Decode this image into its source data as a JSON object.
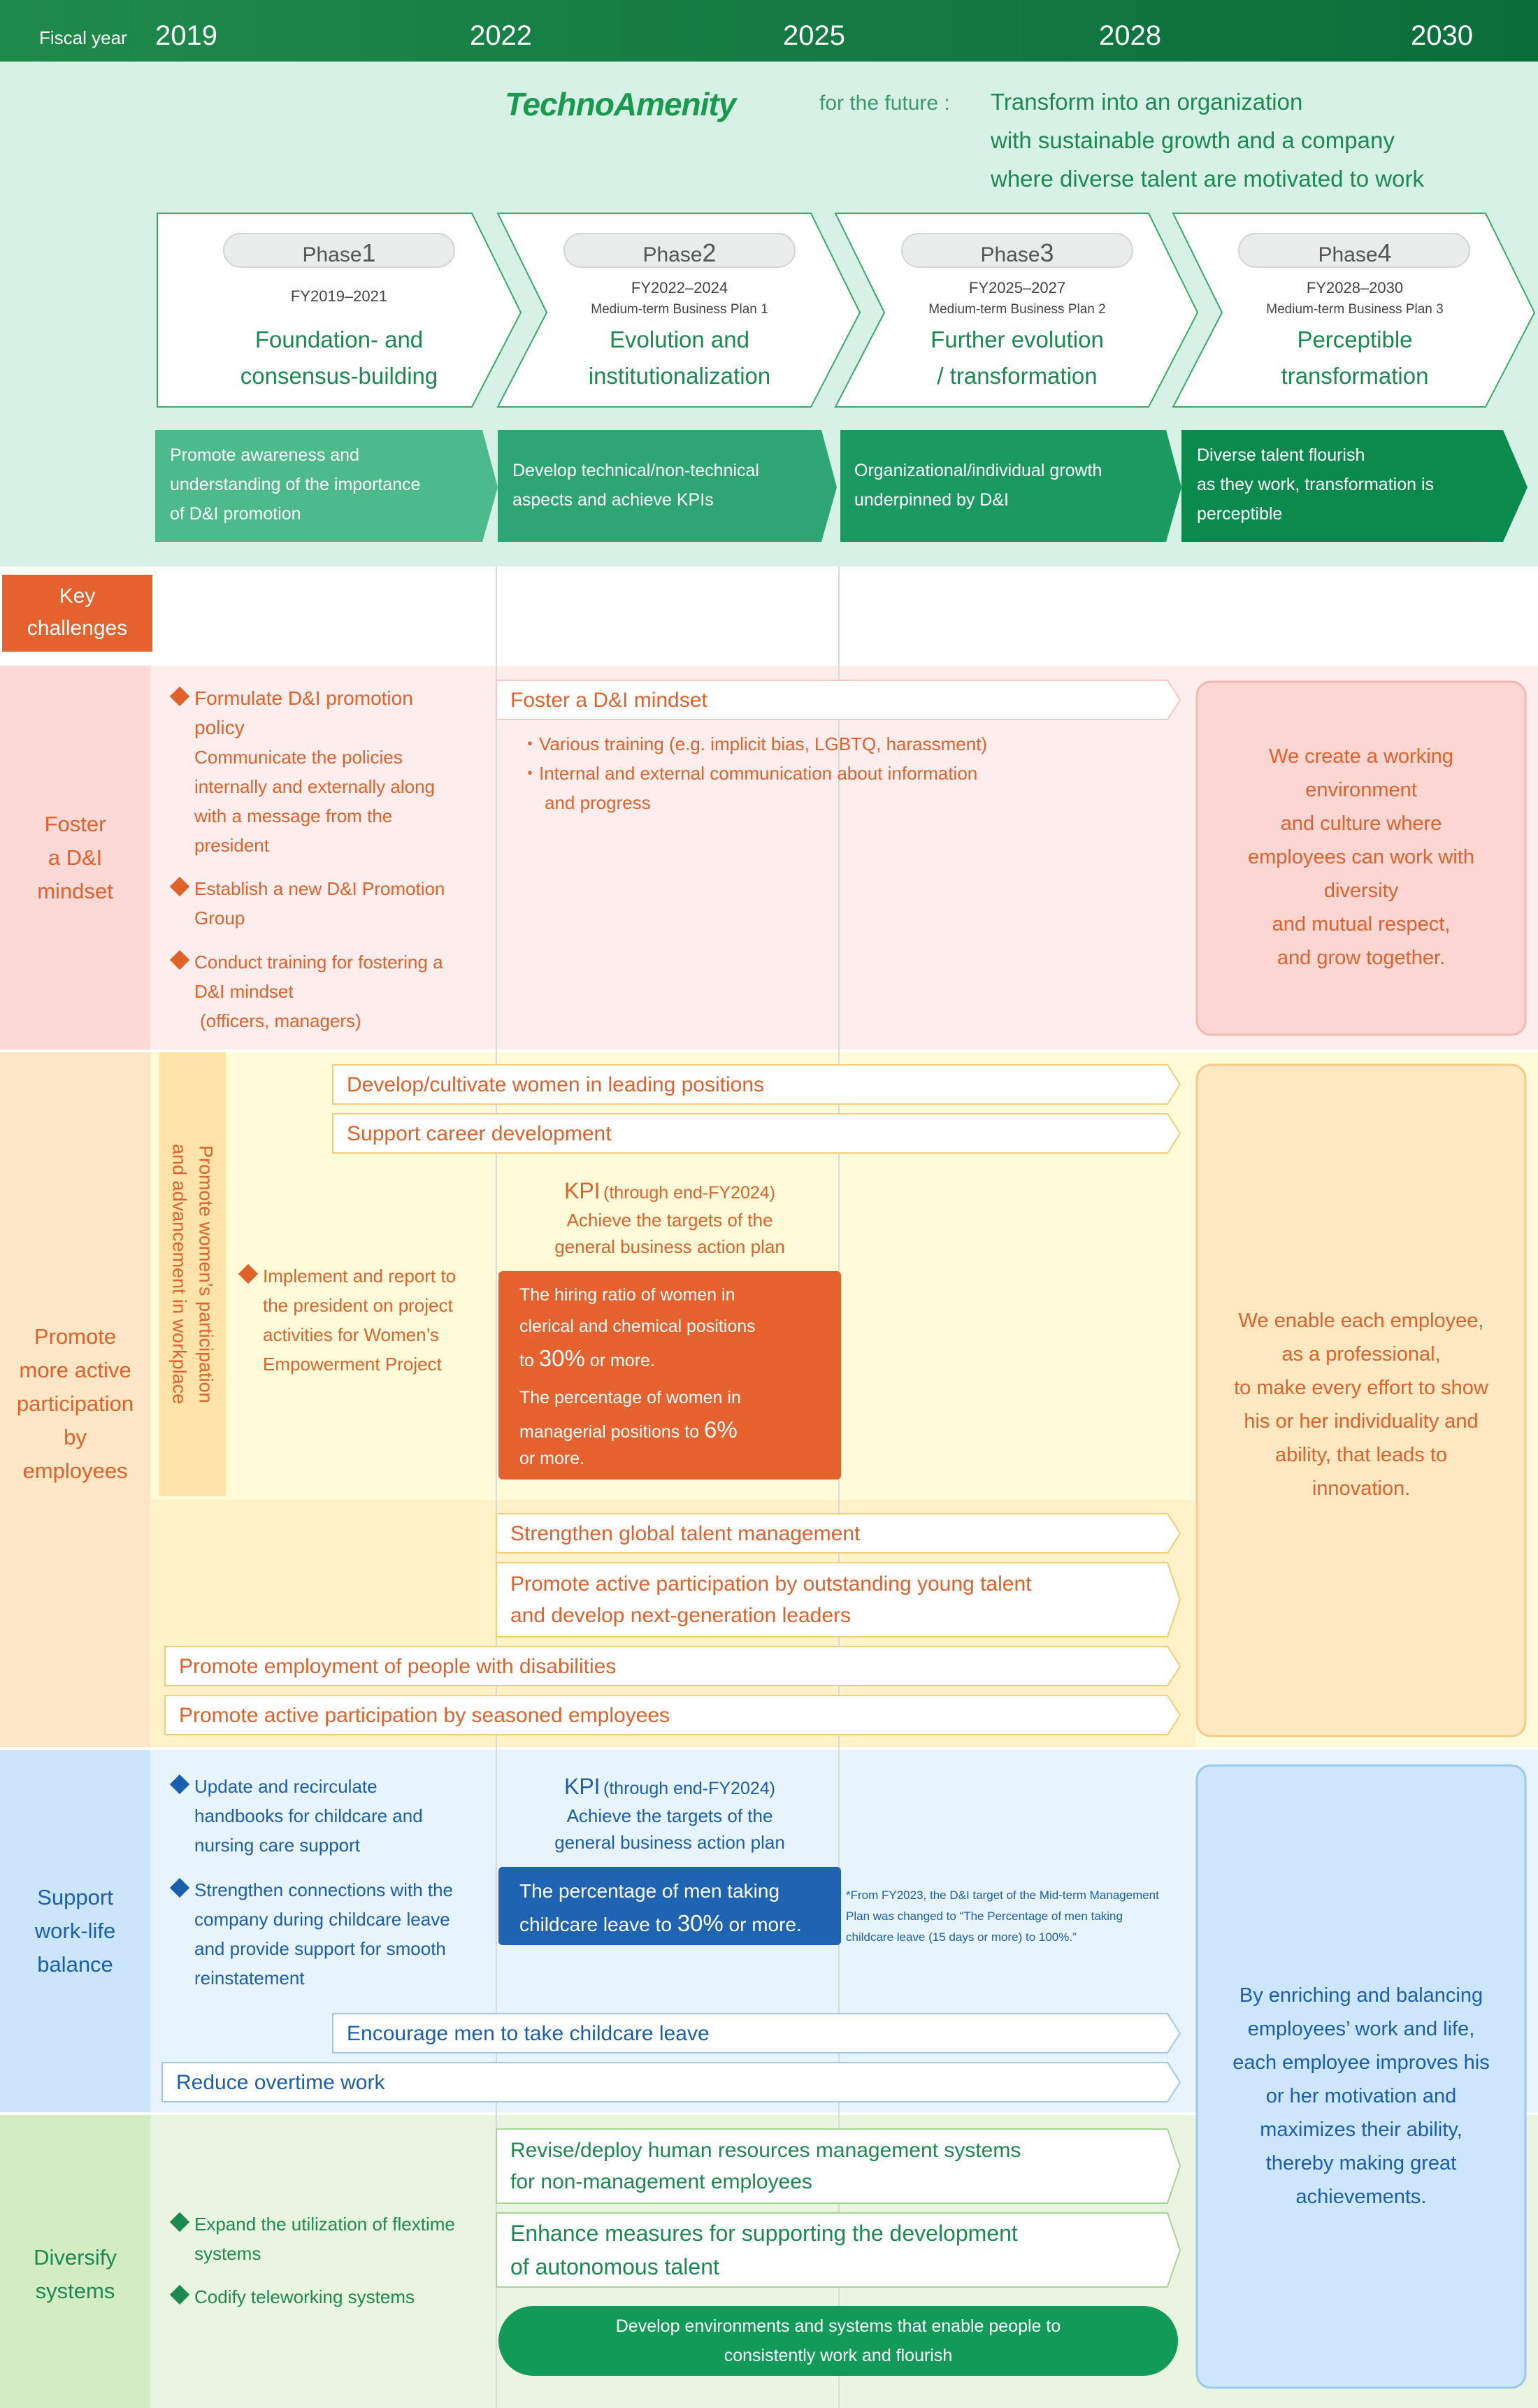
{
  "header": {
    "fiscal_label": "Fiscal year",
    "years": [
      "2019",
      "2022",
      "2025",
      "2028",
      "2030"
    ]
  },
  "vision": {
    "brand": "TechnoAmenity",
    "for_future": "for the future :",
    "lines": [
      "Transform into an organization",
      "with sustainable growth and a company",
      "where diverse talent are motivated to work"
    ]
  },
  "phases": [
    {
      "label": "Phase",
      "num": "1",
      "fy": "FY2019–2021",
      "plan": "",
      "title1": "Foundation- and",
      "title2": "consensus-building",
      "goal1": "Promote awareness and",
      "goal2": "understanding of the importance",
      "goal3": "of D&I promotion"
    },
    {
      "label": "Phase",
      "num": "2",
      "fy": "FY2022–2024",
      "plan": "Medium-term Business Plan 1",
      "title1": "Evolution and",
      "title2": "institutionalization",
      "goal1": "Develop technical/non-technical",
      "goal2": "aspects and achieve KPIs",
      "goal3": ""
    },
    {
      "label": "Phase",
      "num": "3",
      "fy": "FY2025–2027",
      "plan": "Medium-term Business Plan 2",
      "title1": "Further evolution",
      "title2": "/ transformation",
      "goal1": "Organizational/individual growth",
      "goal2": "underpinned by D&I",
      "goal3": ""
    },
    {
      "label": "Phase",
      "num": "4",
      "fy": "FY2028–2030",
      "plan": "Medium-term Business Plan 3",
      "title1": "Perceptible",
      "title2": "transformation",
      "goal1": "Diverse talent flourish",
      "goal2": "as they work, transformation is",
      "goal3": "perceptible"
    }
  ],
  "key_challenges": {
    "line1": "Key",
    "line2": "challenges"
  },
  "sections": {
    "mindset": {
      "label": [
        "Foster",
        "a D&I",
        "mindset"
      ],
      "bullet1": [
        "Formulate D&I promotion",
        "policy",
        "Communicate the policies",
        "internally and externally along",
        "with a message from the",
        "president"
      ],
      "bullet2": [
        "Establish a new D&I Promotion",
        "Group"
      ],
      "bullet3": [
        "Conduct training for fostering a",
        "D&I mindset",
        "(officers, managers)"
      ],
      "arrow": "Foster a D&I mindset",
      "sub": [
        "・Various training (e.g. implicit bias, LGBTQ, harassment)",
        "・Internal and external communication about information",
        "and progress"
      ],
      "goal": [
        "We create a working",
        "environment",
        "and culture where",
        "employees can work with",
        "diversity",
        "and mutual respect,",
        "and grow together."
      ]
    },
    "participation": {
      "label": [
        "Promote",
        "more active",
        "participation",
        "by",
        "employees"
      ],
      "vertical": [
        "Promote women’s participation",
        "and advancement in workplace"
      ],
      "bullet": [
        "Implement and report to",
        "the president on project",
        "activities for Women’s",
        "Empowerment Project"
      ],
      "arrow1": "Develop/cultivate women in leading positions",
      "arrow2": "Support career development",
      "kpi": {
        "kpi": "KPI",
        "sub": "(through end-FY2024)",
        "l1": "Achieve the targets of the",
        "l2": "general business action plan"
      },
      "box": {
        "a1": "The hiring ratio of women in",
        "a2": "clerical and chemical positions",
        "a3pre": "to ",
        "a3num": "30%",
        "a3post": " or more.",
        "b1": "The percentage of women in",
        "b2pre": "managerial positions to ",
        "b2num": "6%",
        "b3": "or more."
      },
      "arrow3": "Strengthen global talent management",
      "arrow4": [
        "Promote active participation by outstanding young talent",
        "and develop next-generation leaders"
      ],
      "arrow5": "Promote employment of people with disabilities",
      "arrow6": "Promote active participation by seasoned employees",
      "goal": [
        "We enable each employee,",
        "as a professional,",
        "to make every effort to show",
        "his or her individuality and",
        "ability, that leads to",
        "innovation."
      ]
    },
    "worklife": {
      "label": [
        "Support",
        "work-life",
        "balance"
      ],
      "bullet1": [
        "Update and recirculate",
        "handbooks for childcare and",
        "nursing care support"
      ],
      "bullet2": [
        "Strengthen connections with the",
        "company during childcare leave",
        "and provide support for smooth",
        "reinstatement"
      ],
      "kpi": {
        "kpi": "KPI",
        "sub": "(through end-FY2024)",
        "l1": "Achieve the targets of the",
        "l2": "general business action plan"
      },
      "box": {
        "l1": "The percentage of men taking",
        "l2pre": "childcare leave to ",
        "l2num": "30%",
        "l2post": " or more."
      },
      "note": [
        "*From FY2023, the D&I target of the Mid-term Management",
        "Plan was changed to “The Percentage of men taking",
        "childcare leave (15 days or more) to 100%.”"
      ],
      "arrow1": "Encourage men to take childcare leave",
      "arrow2": "Reduce overtime work",
      "goal": [
        "By enriching and balancing",
        "employees’ work and life,",
        "each employee improves his",
        "or her motivation and",
        "maximizes their ability,",
        "thereby making great",
        "achievements."
      ]
    },
    "systems": {
      "label": [
        "Diversify",
        "systems"
      ],
      "bullet1": [
        "Expand the utilization of flextime",
        "systems"
      ],
      "bullet2": [
        "Codify teleworking systems"
      ],
      "arrow1": [
        "Revise/deploy human resources management systems",
        "for non-management employees"
      ],
      "arrow2": [
        "Enhance measures for supporting the development",
        "of autonomous talent"
      ],
      "pill": [
        "Develop environments and systems that enable people to",
        "consistently work and flourish"
      ]
    }
  },
  "colors": {
    "green": "#1a9a5a",
    "dark_green": "#0a7a45",
    "orange": "#e0622a",
    "blue": "#1a5fae"
  }
}
